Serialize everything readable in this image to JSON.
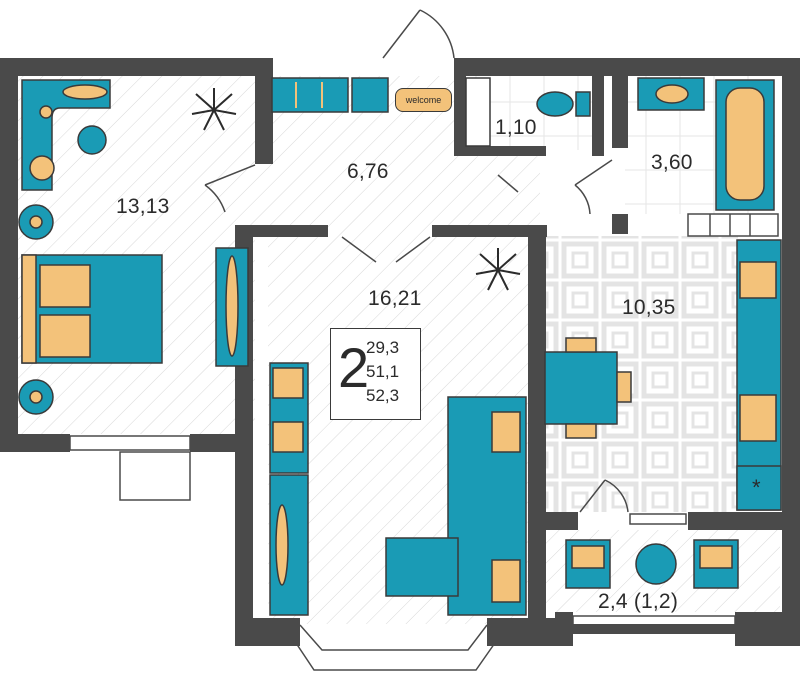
{
  "rooms": [
    {
      "id": "bedroom",
      "area": "13,13"
    },
    {
      "id": "hall",
      "area": "6,76"
    },
    {
      "id": "bathroom",
      "area": "1,10"
    },
    {
      "id": "washroom",
      "area": "3,60"
    },
    {
      "id": "living-room",
      "area": "16,21"
    },
    {
      "id": "kitchen",
      "area": "10,35"
    },
    {
      "id": "balcony",
      "area": "2,4 (1,2)"
    }
  ],
  "summary": {
    "rooms_count": "2",
    "areas": [
      "29,3",
      "51,1",
      "52,3"
    ]
  },
  "rug_text": "welcome",
  "colors": {
    "wall": "#4a4a4a",
    "furniture": "#1a9bb5",
    "accent": "#f3c27a",
    "line": "#3a3a3a"
  }
}
